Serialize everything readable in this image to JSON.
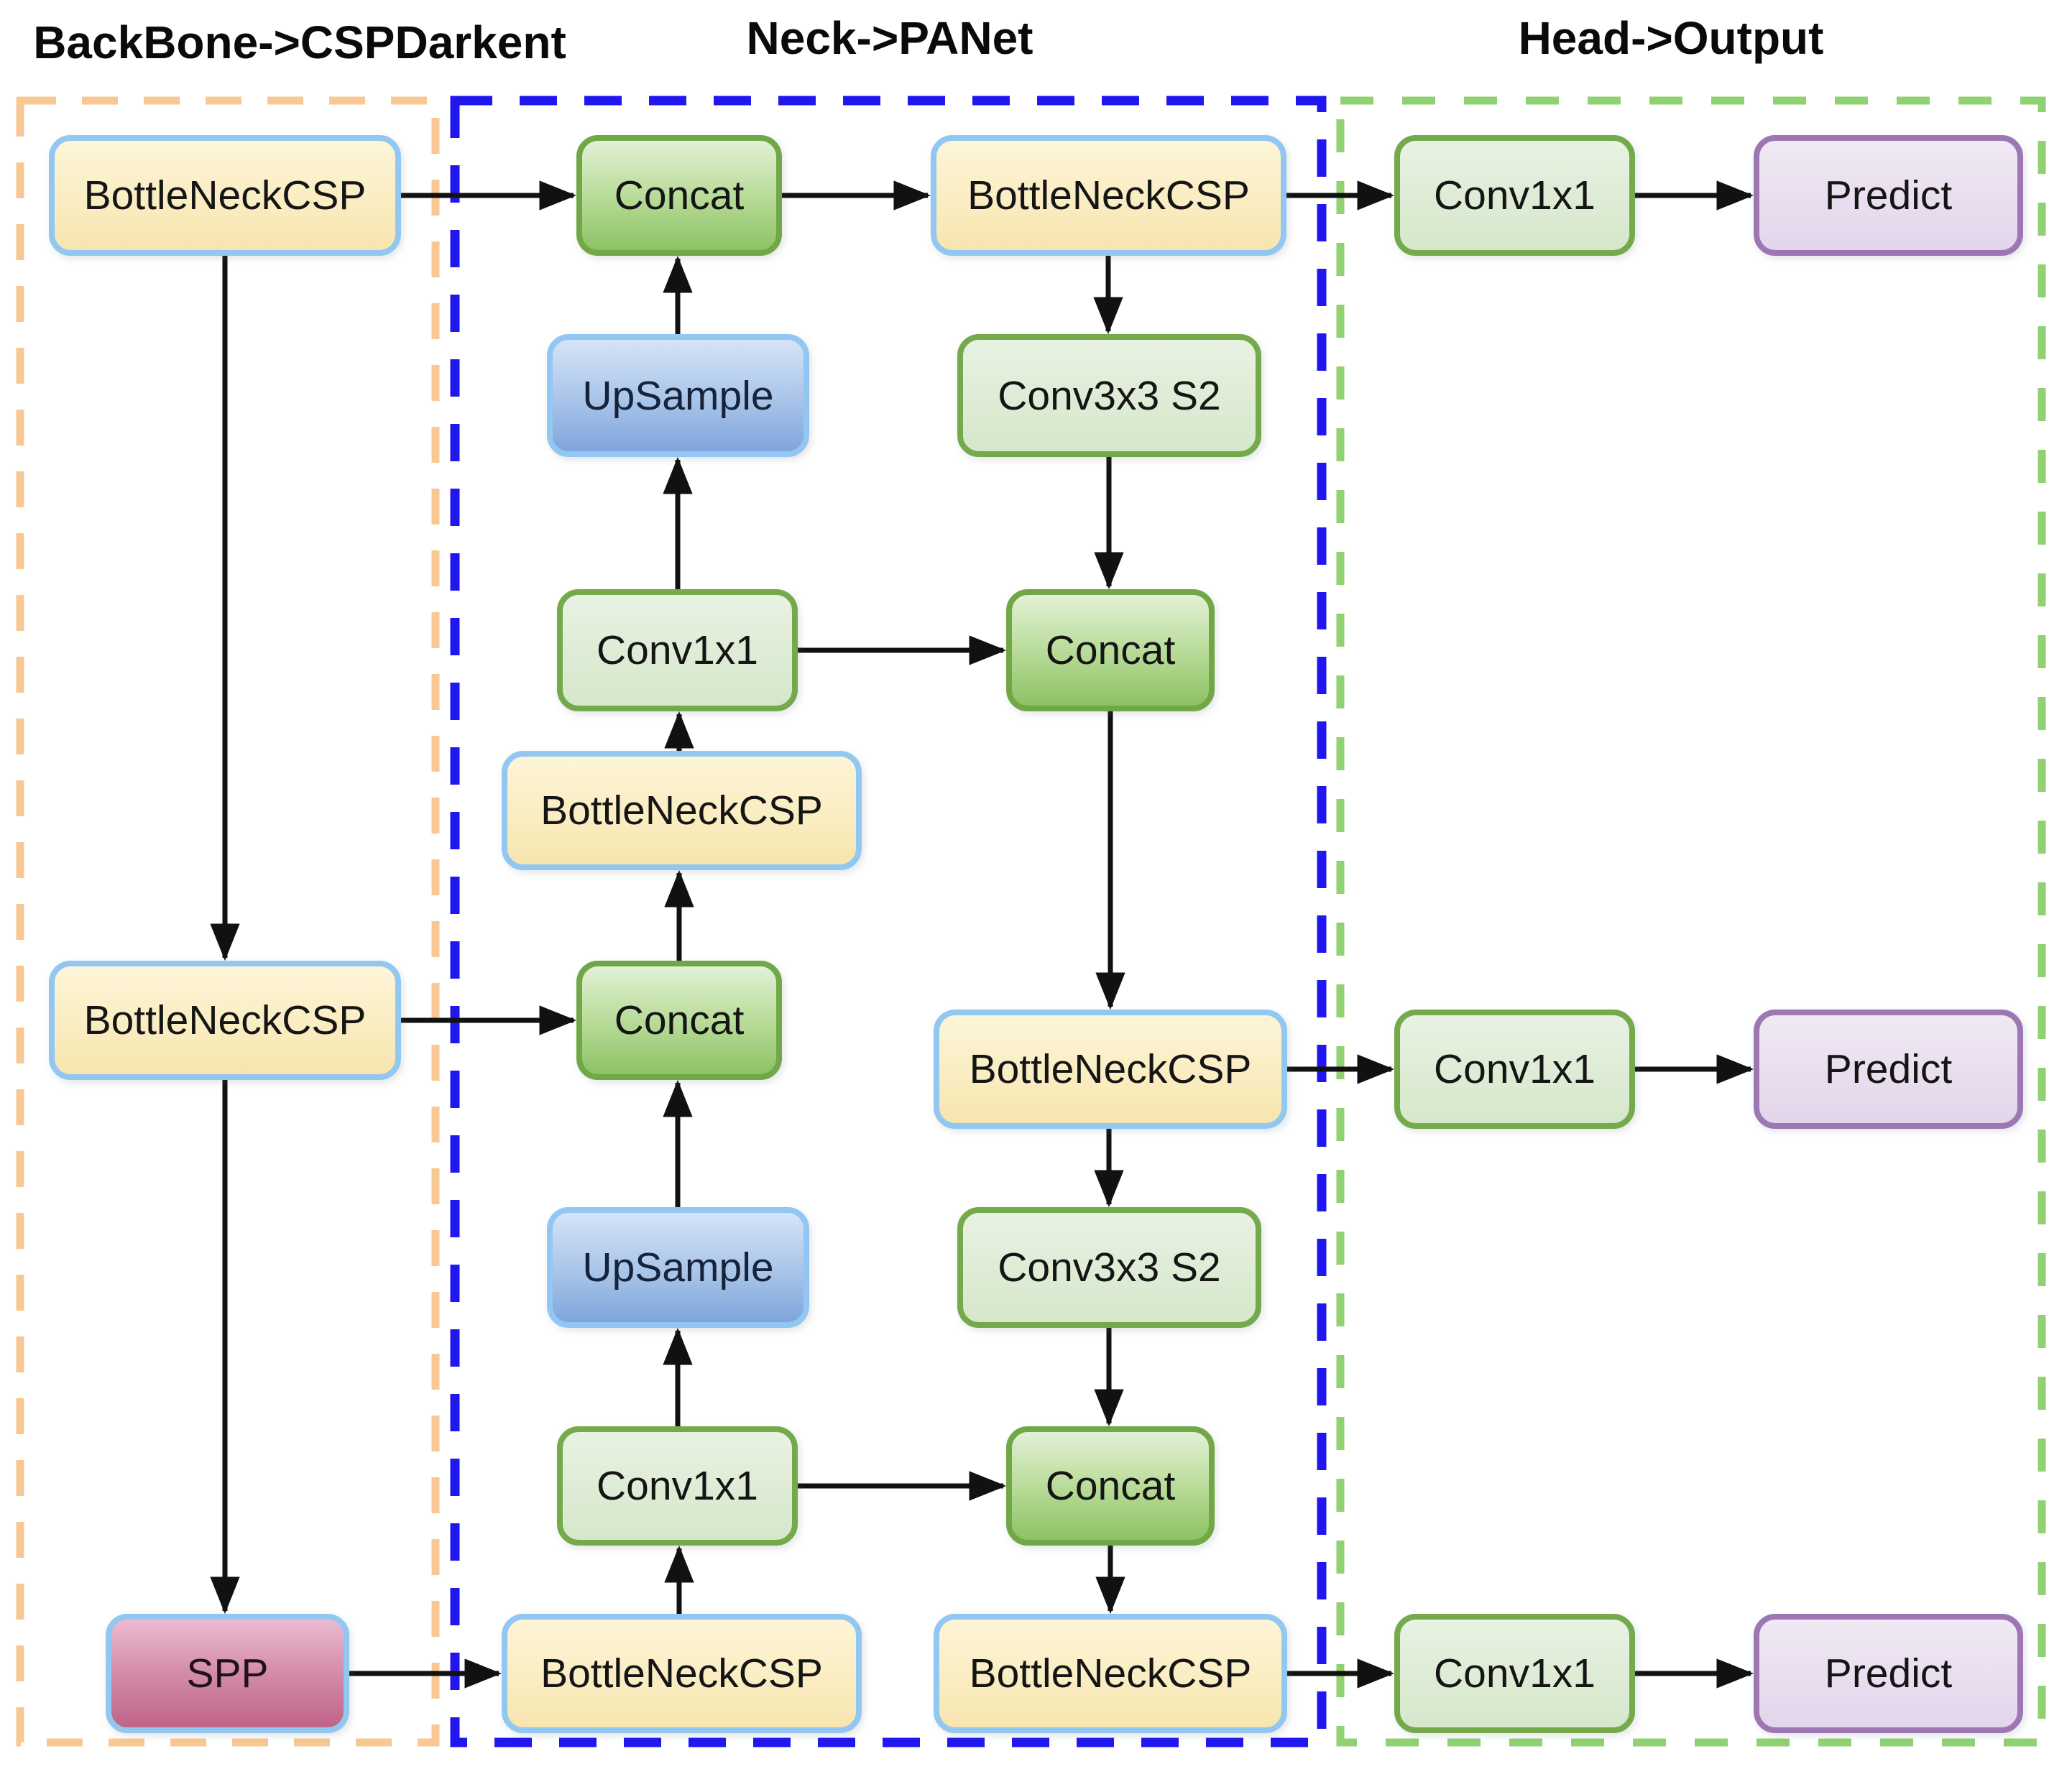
{
  "titles": [
    {
      "id": "backbone",
      "text": "BackBone->CSPDarkent"
    },
    {
      "id": "neck",
      "text": "Neck->PANet"
    },
    {
      "id": "head",
      "text": "Head->Output"
    }
  ],
  "colors": {
    "background": "#FFFFFF",
    "title_text": "#0A0A0A",
    "node_text": "#151515",
    "arrow": "#111111",
    "backbone_region_border": "#F7C893",
    "neck_region_border": "#2016EE",
    "head_region_border": "#90D171",
    "bottleneckcsp_fill_top": "#FDF5D8",
    "bottleneckcsp_fill_bottom": "#F7E5AF",
    "bottleneckcsp_border": "#92C7F1",
    "concat_fill_top": "#E2F1D6",
    "concat_fill_bottom": "#8DC263",
    "concat_border": "#72A748",
    "upsample_fill_top": "#D5E4F7",
    "upsample_fill_bottom": "#7EA5DA",
    "upsample_border": "#93C6F2",
    "conv_fill_top": "#E9F2E3",
    "conv_fill_bottom": "#D5E8CB",
    "conv_border": "#74AA4B",
    "predict_fill_top": "#F0E9F4",
    "predict_fill_bottom": "#E3D5EB",
    "predict_border": "#9C77B3",
    "spp_fill_top": "#EBBBD1",
    "spp_fill_bottom": "#BF6488",
    "spp_border": "#92C7F1"
  },
  "nodes": [
    {
      "id": "backbone-bottleneckcsp-1",
      "type": "bottleneckcsp",
      "label": "BottleNeckCSP"
    },
    {
      "id": "backbone-bottleneckcsp-2",
      "type": "bottleneckcsp",
      "label": "BottleNeckCSP"
    },
    {
      "id": "backbone-spp",
      "type": "spp",
      "label": "SPP"
    },
    {
      "id": "neck-concat-1",
      "type": "concat",
      "label": "Concat"
    },
    {
      "id": "neck-upsample-1",
      "type": "upsample",
      "label": "UpSample"
    },
    {
      "id": "neck-conv1x1-1",
      "type": "conv",
      "label": "Conv1x1"
    },
    {
      "id": "neck-bottleneckcsp-1",
      "type": "bottleneckcsp",
      "label": "BottleNeckCSP"
    },
    {
      "id": "neck-concat-2",
      "type": "concat",
      "label": "Concat"
    },
    {
      "id": "neck-upsample-2",
      "type": "upsample",
      "label": "UpSample"
    },
    {
      "id": "neck-conv1x1-2",
      "type": "conv",
      "label": "Conv1x1"
    },
    {
      "id": "neck-bottleneckcsp-2",
      "type": "bottleneckcsp",
      "label": "BottleNeckCSP"
    },
    {
      "id": "neck-bottleneckcsp-3",
      "type": "bottleneckcsp",
      "label": "BottleNeckCSP"
    },
    {
      "id": "neck-conv3x3-1",
      "type": "conv",
      "label": "Conv3x3 S2"
    },
    {
      "id": "neck-concat-3",
      "type": "concat",
      "label": "Concat"
    },
    {
      "id": "neck-bottleneckcsp-4",
      "type": "bottleneckcsp",
      "label": "BottleNeckCSP"
    },
    {
      "id": "neck-conv3x3-2",
      "type": "conv",
      "label": "Conv3x3 S2"
    },
    {
      "id": "neck-concat-4",
      "type": "concat",
      "label": "Concat"
    },
    {
      "id": "neck-bottleneckcsp-5",
      "type": "bottleneckcsp",
      "label": "BottleNeckCSP"
    },
    {
      "id": "head-conv1x1-1",
      "type": "conv",
      "label": "Conv1x1"
    },
    {
      "id": "head-predict-1",
      "type": "predict",
      "label": "Predict"
    },
    {
      "id": "head-conv1x1-2",
      "type": "conv",
      "label": "Conv1x1"
    },
    {
      "id": "head-predict-2",
      "type": "predict",
      "label": "Predict"
    },
    {
      "id": "head-conv1x1-3",
      "type": "conv",
      "label": "Conv1x1"
    },
    {
      "id": "head-predict-3",
      "type": "predict",
      "label": "Predict"
    }
  ],
  "edges": [
    {
      "from": "backbone-bottleneckcsp-1",
      "to": "neck-concat-1"
    },
    {
      "from": "backbone-bottleneckcsp-1",
      "to": "backbone-bottleneckcsp-2"
    },
    {
      "from": "backbone-bottleneckcsp-2",
      "to": "neck-concat-2"
    },
    {
      "from": "backbone-bottleneckcsp-2",
      "to": "backbone-spp"
    },
    {
      "from": "backbone-spp",
      "to": "neck-bottleneckcsp-2"
    },
    {
      "from": "neck-bottleneckcsp-2",
      "to": "neck-conv1x1-2"
    },
    {
      "from": "neck-conv1x1-2",
      "to": "neck-upsample-2"
    },
    {
      "from": "neck-upsample-2",
      "to": "neck-concat-2"
    },
    {
      "from": "neck-concat-2",
      "to": "neck-bottleneckcsp-1"
    },
    {
      "from": "neck-bottleneckcsp-1",
      "to": "neck-conv1x1-1"
    },
    {
      "from": "neck-conv1x1-1",
      "to": "neck-upsample-1"
    },
    {
      "from": "neck-upsample-1",
      "to": "neck-concat-1"
    },
    {
      "from": "neck-conv1x1-1",
      "to": "neck-concat-3"
    },
    {
      "from": "neck-conv1x1-2",
      "to": "neck-concat-4"
    },
    {
      "from": "neck-concat-1",
      "to": "neck-bottleneckcsp-3"
    },
    {
      "from": "neck-bottleneckcsp-3",
      "to": "neck-conv3x3-1"
    },
    {
      "from": "neck-conv3x3-1",
      "to": "neck-concat-3"
    },
    {
      "from": "neck-concat-3",
      "to": "neck-bottleneckcsp-4"
    },
    {
      "from": "neck-bottleneckcsp-4",
      "to": "neck-conv3x3-2"
    },
    {
      "from": "neck-conv3x3-2",
      "to": "neck-concat-4"
    },
    {
      "from": "neck-concat-4",
      "to": "neck-bottleneckcsp-5"
    },
    {
      "from": "neck-bottleneckcsp-3",
      "to": "head-conv1x1-1"
    },
    {
      "from": "head-conv1x1-1",
      "to": "head-predict-1"
    },
    {
      "from": "neck-bottleneckcsp-4",
      "to": "head-conv1x1-2"
    },
    {
      "from": "head-conv1x1-2",
      "to": "head-predict-2"
    },
    {
      "from": "neck-bottleneckcsp-5",
      "to": "head-conv1x1-3"
    },
    {
      "from": "head-conv1x1-3",
      "to": "head-predict-3"
    }
  ]
}
